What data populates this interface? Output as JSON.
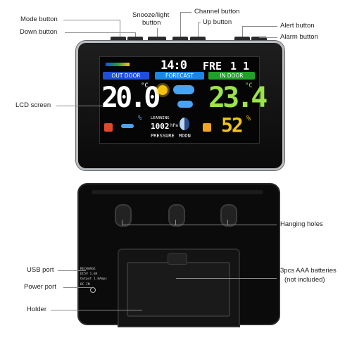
{
  "labels": {
    "mode_button": "Mode button",
    "down_button": "Down button",
    "snooze_light_line1": "Snooze/light",
    "snooze_light_line2": "button",
    "channel_button": "Channel button",
    "up_button": "Up button",
    "alert_button": "Alert button",
    "alarm_button": "Alarm button",
    "lcd_screen": "LCD screen",
    "hanging_holes": "Hanging holes",
    "usb_port": "USB port",
    "power_port": "Power port",
    "holder": "Holder",
    "batteries_line1": "3pcs AAA batteries",
    "batteries_line2": "(not included)"
  },
  "lcd": {
    "time": "14:0",
    "day": "FRE",
    "date": "1  1",
    "outdoor_label": "OUT DOOR",
    "forecast_label": "FORECAST",
    "indoor_label": "IN DOOR",
    "outdoor_temp": "20.0",
    "outdoor_unit": "°C",
    "indoor_temp": "23.4",
    "indoor_unit": "°C",
    "outdoor_humidity_unit": "%",
    "indoor_humidity": "52",
    "indoor_humidity_unit": "%",
    "learning": "LEARNING",
    "pressure_value": "1002",
    "pressure_unit": "hPa",
    "pressure_label": "PRESSURE",
    "moon_label": "MOON"
  },
  "back": {
    "port_text1": "RECHARGE",
    "port_text2": "DC5V 1.0A",
    "port_text3": "Output 1.0Amps",
    "port_text4": "DC IN"
  },
  "colors": {
    "outdoor_bar": "#1d4fd8",
    "forecast_bar": "#1b86e8",
    "indoor_bar": "#22a02c",
    "outdoor_temp": "#ffffff",
    "indoor_temp": "#9be34a",
    "humidity": "#f2c418",
    "sun": "#f4c20d",
    "cloud": "#4aa3f0"
  }
}
